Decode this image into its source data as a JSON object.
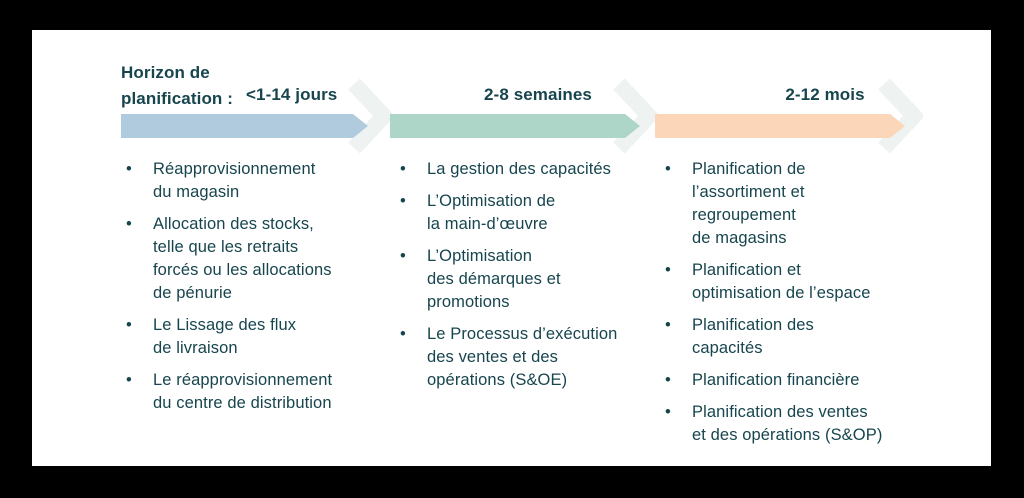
{
  "page": {
    "background": "#000000",
    "panel_background": "#ffffff"
  },
  "colors": {
    "text": "#17454e",
    "chevron": "#eef3f2",
    "stage1_bar": "#b0cade",
    "stage2_bar": "#aed6c8",
    "stage3_bar": "#fbd6b8"
  },
  "header": {
    "title": "Horizon de\nplanification :"
  },
  "stages": [
    {
      "label": "<1-14 jours",
      "bar_color": "#b0cade",
      "items": [
        "Réapprovisionnement\ndu magasin",
        "Allocation des stocks,\ntelle que les retraits\nforcés ou les allocations\nde pénurie",
        "Le Lissage des flux\nde livraison",
        "Le réapprovisionnement\ndu centre de distribution"
      ]
    },
    {
      "label": "2-8 semaines",
      "bar_color": "#aed6c8",
      "items": [
        "La gestion des capacités",
        "L’Optimisation de\nla main-d’œuvre",
        "L’Optimisation\ndes démarques et\npromotions",
        "Le Processus d’exécution\ndes ventes et des\nopérations (S&OE)"
      ]
    },
    {
      "label": "2-12 mois",
      "bar_color": "#fbd6b8",
      "items": [
        "Planification de\nl’assortiment et\nregroupement\nde magasins",
        "Planification et\noptimisation de l’espace",
        "Planification des\ncapacités",
        "Planification financière",
        "Planification des ventes\net des opérations (S&OP)"
      ]
    }
  ]
}
